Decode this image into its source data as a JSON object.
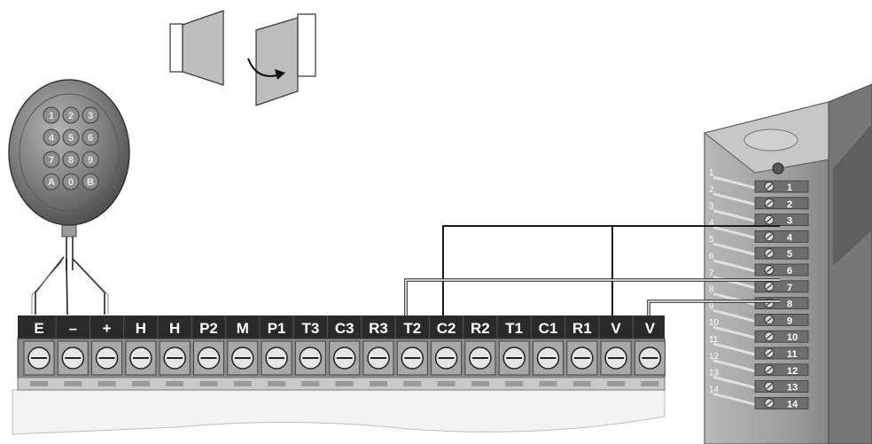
{
  "terminal_block": {
    "labels": [
      "E",
      "–",
      "+",
      "H",
      "H",
      "P2",
      "M",
      "P1",
      "T3",
      "C3",
      "R3",
      "T2",
      "C2",
      "R2",
      "T1",
      "C1",
      "R1",
      "V",
      "V"
    ]
  },
  "keypad": {
    "keys": [
      "1",
      "2",
      "3",
      "4",
      "5",
      "6",
      "7",
      "8",
      "9",
      "A",
      "0",
      "B"
    ]
  },
  "receiver": {
    "terminals": [
      "1",
      "2",
      "3",
      "4",
      "5",
      "6",
      "7",
      "8",
      "9",
      "10",
      "11",
      "12",
      "13",
      "14"
    ],
    "side_numbers": [
      "1",
      "2",
      "3",
      "4",
      "5",
      "6",
      "7",
      "8",
      "9",
      "10",
      "11",
      "12",
      "13",
      "14"
    ]
  },
  "colors": {
    "block_dark": "#2a2a2a",
    "block_mid": "#8c8c8c",
    "receiver_body": "#9a9a9a",
    "wire_dark": "#1a1a1a"
  }
}
